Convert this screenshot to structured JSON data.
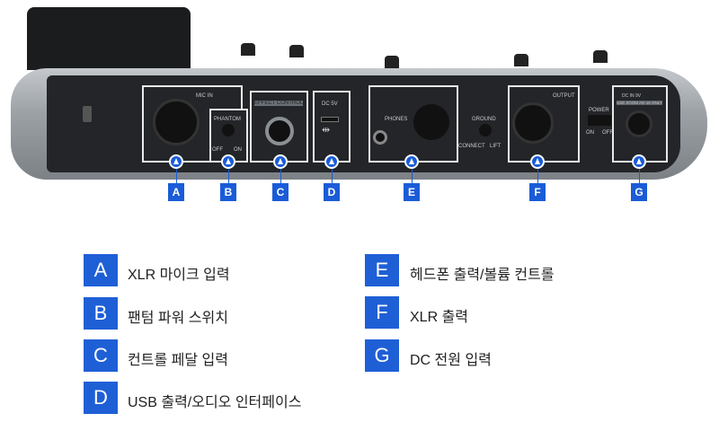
{
  "device_labels": {
    "mic_in": "MIC IN",
    "phantom": "PHANTOM",
    "off": "OFF",
    "on": "ON",
    "effect_control": "EFFECT CONTROL",
    "dc5v": "DC 5V",
    "phones": "PHONES",
    "ground": "GROUND",
    "connect": "CONNECT",
    "lift": "LIFT",
    "output": "OUTPUT",
    "power": "POWER",
    "power_on": "ON",
    "power_off": "OFF",
    "dc_in": "DC IN 9V",
    "adapter": "USE ZOOM AD-16 ONLY"
  },
  "callouts": [
    "A",
    "B",
    "C",
    "D",
    "E",
    "F",
    "G"
  ],
  "legend": [
    {
      "letter": "A",
      "text": "XLR 마이크 입력"
    },
    {
      "letter": "B",
      "text": "팬텀 파워 스위치"
    },
    {
      "letter": "C",
      "text": "컨트롤 페달 입력"
    },
    {
      "letter": "D",
      "text": "USB 출력/오디오 인터페이스"
    },
    {
      "letter": "E",
      "text": "헤드폰 출력/볼륨 컨트롤"
    },
    {
      "letter": "F",
      "text": "XLR 출력"
    },
    {
      "letter": "G",
      "text": "DC 전원 입력"
    }
  ],
  "colors": {
    "accent": "#1f5fd6"
  }
}
